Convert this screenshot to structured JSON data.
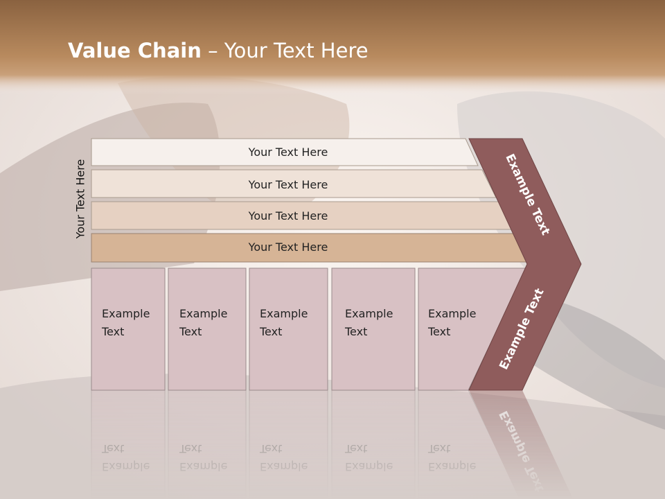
{
  "title": {
    "bold": "Value Chain",
    "rest": " – Your Text Here"
  },
  "side_label": "Your Text Here",
  "support_rows": [
    {
      "label": "Your Text Here",
      "fill": "#f6f0ec"
    },
    {
      "label": "Your Text Here",
      "fill": "#efe2d8"
    },
    {
      "label": "Your Text Here",
      "fill": "#e6d1c2"
    },
    {
      "label": "Your Text Here",
      "fill": "#d6b496"
    }
  ],
  "primary_boxes": [
    {
      "line1": "Example",
      "line2": "Text"
    },
    {
      "line1": "Example",
      "line2": "Text"
    },
    {
      "line1": "Example",
      "line2": "Text"
    },
    {
      "line1": "Example",
      "line2": "Text"
    },
    {
      "line1": "Example",
      "line2": "Text"
    }
  ],
  "margin_labels": {
    "top": "Example Text",
    "bottom": "Example Text"
  },
  "colors": {
    "header": "#a9774a",
    "chevron": "#8f5c5c",
    "box_fill": "#d8c1c4",
    "box_stroke": "#9a8a8c"
  }
}
